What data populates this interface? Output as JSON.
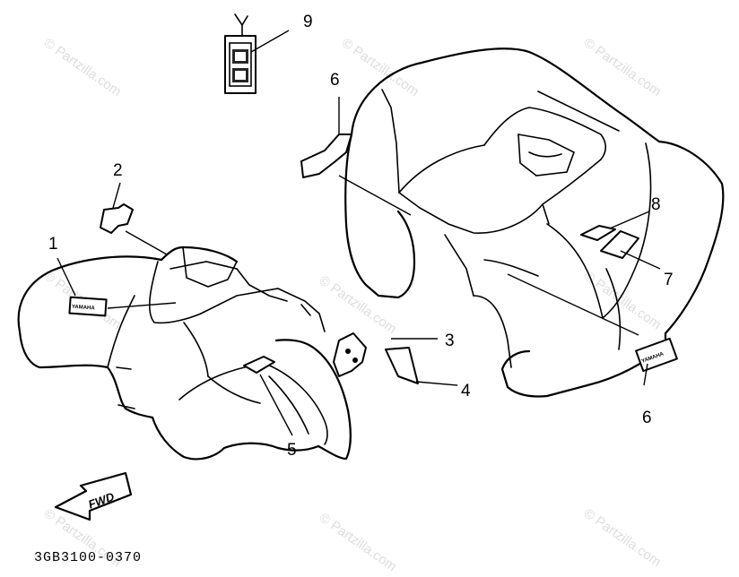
{
  "diagram": {
    "part_code": "3GB3100-0370",
    "fwd_label": "FWD",
    "emblem_text": "YAMAHA",
    "watermark_text": "© Partzilla.com",
    "callouts": {
      "c1": "1",
      "c2": "2",
      "c3": "3",
      "c4": "4",
      "c5": "5",
      "c6a": "6",
      "c6b": "6",
      "c7": "7",
      "c8": "8",
      "c9": "9"
    }
  }
}
